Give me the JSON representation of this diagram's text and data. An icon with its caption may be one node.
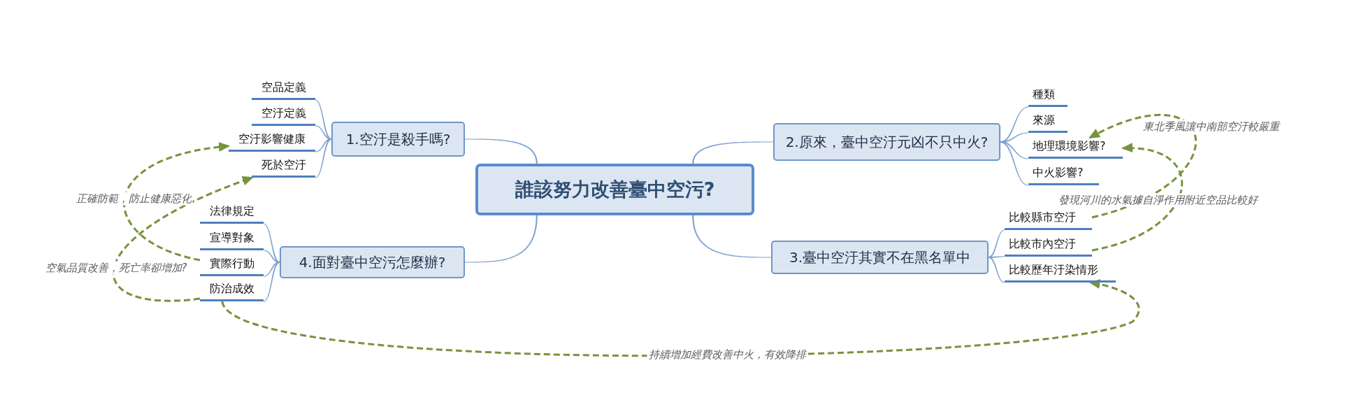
{
  "diagram": {
    "nodes": [
      {
        "text": [
          "誰該努力改善臺中空污?"
        ]
      },
      {
        "text": [
          "1.空汙是殺手嗎?"
        ]
      },
      {
        "text": [
          "空品定義"
        ]
      },
      {
        "text": [
          "空汙定義"
        ]
      },
      {
        "text": [
          "空汙影響健康"
        ]
      },
      {
        "text": [
          "死於空汙"
        ]
      },
      {
        "text": [
          "2.原來，臺中空汙元凶不只中火?"
        ]
      },
      {
        "text": [
          "種類"
        ]
      },
      {
        "text": [
          "來源"
        ]
      },
      {
        "text": [
          "地理環境影響?"
        ]
      },
      {
        "text": [
          "中火影響?"
        ]
      },
      {
        "text": [
          "3.臺中空汙其實不在黑名單中"
        ]
      },
      {
        "text": [
          "比較縣市空汙"
        ]
      },
      {
        "text": [
          "比較市內空汙"
        ]
      },
      {
        "text": [
          "比較歷年汙染情形"
        ]
      },
      {
        "text": [
          "4.面對臺中空污怎麼辦?"
        ]
      },
      {
        "text": [
          "法律規定"
        ]
      },
      {
        "text": [
          "宣導對象"
        ]
      },
      {
        "text": [
          "實際行動"
        ]
      },
      {
        "text": [
          "防治成效"
        ]
      }
    ],
    "edges": [
      {
        "from": 0,
        "to": 1,
        "arrow": "none"
      },
      {
        "from": 0,
        "to": 6,
        "arrow": "none"
      },
      {
        "from": 0,
        "to": 11,
        "arrow": "none"
      },
      {
        "from": 0,
        "to": 15,
        "arrow": "none"
      },
      {
        "from": 1,
        "to": 2,
        "arrow": "none"
      },
      {
        "from": 1,
        "to": 3,
        "arrow": "none"
      },
      {
        "from": 1,
        "to": 4,
        "arrow": "none"
      },
      {
        "from": 1,
        "to": 5,
        "arrow": "none"
      },
      {
        "from": 6,
        "to": 7,
        "arrow": "none"
      },
      {
        "from": 6,
        "to": 8,
        "arrow": "none"
      },
      {
        "from": 6,
        "to": 9,
        "arrow": "none"
      },
      {
        "from": 6,
        "to": 10,
        "arrow": "none"
      },
      {
        "from": 11,
        "to": 12,
        "arrow": "none"
      },
      {
        "from": 11,
        "to": 13,
        "arrow": "none"
      },
      {
        "from": 11,
        "to": 14,
        "arrow": "none"
      },
      {
        "from": 15,
        "to": 16,
        "arrow": "none"
      },
      {
        "from": 15,
        "to": 17,
        "arrow": "none"
      },
      {
        "from": 15,
        "to": 18,
        "arrow": "none"
      },
      {
        "from": 15,
        "to": 19,
        "arrow": "none"
      },
      {
        "from": 18,
        "to": 4,
        "arrow": "to",
        "label": "正確防範，防止健康惡化",
        "style": "dashed",
        "color": "#77933c"
      },
      {
        "from": 19,
        "to": 5,
        "arrow": "to",
        "label": "空氣品質改善，死亡率卻增加?",
        "style": "dashed",
        "color": "#77933c"
      },
      {
        "from": 12,
        "to": 9,
        "arrow": "to",
        "label": "東北季風讓中南部空汙較嚴重",
        "style": "dashed",
        "color": "#77933c"
      },
      {
        "from": 13,
        "to": 9,
        "arrow": "to",
        "label": "發現河川的水氣據自淨作用附近空品比較好",
        "style": "dashed",
        "color": "#77933c"
      },
      {
        "from": 19,
        "to": 14,
        "arrow": "to",
        "label": "持續增加經費改善中火，有效降排",
        "style": "dashed",
        "color": "#77933c"
      }
    ]
  }
}
